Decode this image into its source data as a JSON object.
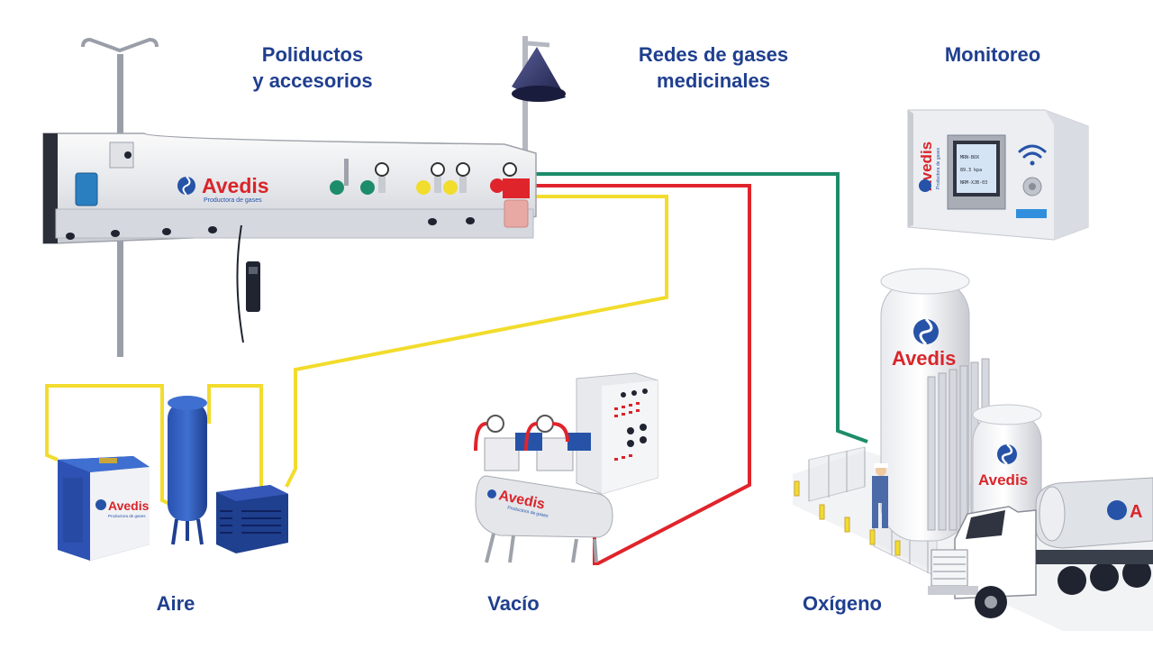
{
  "labels": {
    "poliductos": [
      "Poliductos",
      "y accesorios"
    ],
    "redes": [
      "Redes de gases",
      "medicinales"
    ],
    "monitoreo": "Monitoreo",
    "aire": "Aire",
    "vacio": "Vacío",
    "oxigeno": "Oxígeno"
  },
  "brand": {
    "name": "Avedis",
    "tagline": "Productora de gases"
  },
  "monitor_screen": [
    "MRN-BOX",
    "89.3 kpa",
    "NRM-XJB-03"
  ],
  "colors": {
    "label": "#1f3f8f",
    "air_line": "#f2dc2c",
    "vacuum_line": "#e0242b",
    "oxygen_line": "#1d8c6a",
    "brand_blue": "#2653a8",
    "brand_red": "#d9252a"
  },
  "icons": {
    "wifi": "wifi-icon",
    "logo": "avedis-logo-icon"
  }
}
